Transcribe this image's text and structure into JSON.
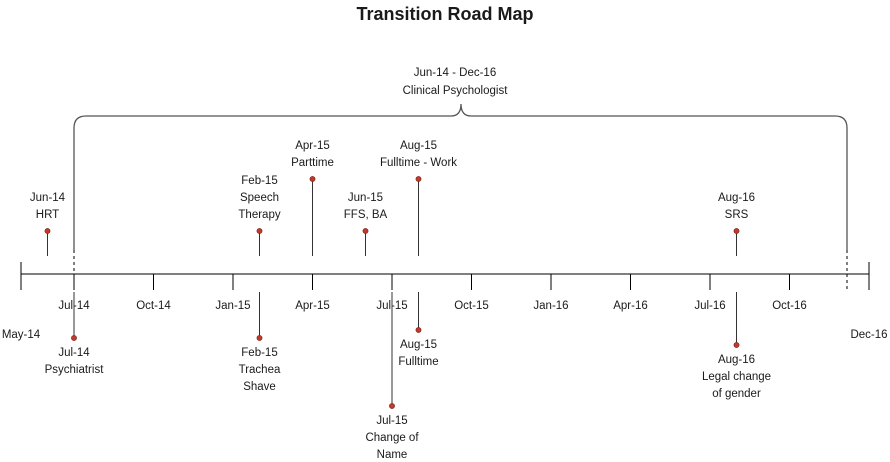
{
  "title": "Transition Road Map",
  "colors": {
    "axis": "#000000",
    "stem": "#333333",
    "marker": "#c0392b",
    "brace": "#555555"
  },
  "axis": {
    "start_label": "May-14",
    "end_label": "Dec-16",
    "ticks": [
      "Jul-14",
      "Oct-14",
      "Jan-15",
      "Apr-15",
      "Jul-15",
      "Oct-15",
      "Jan-16",
      "Apr-16",
      "Jul-16",
      "Oct-16"
    ]
  },
  "span": {
    "date_range": "Jun-14 - Dec-16",
    "label": "Clinical Psychologist"
  },
  "milestones_above": [
    {
      "date": "Jun-14",
      "lines": [
        "HRT"
      ]
    },
    {
      "date": "Feb-15",
      "lines": [
        "Speech",
        "Therapy"
      ]
    },
    {
      "date": "Apr-15",
      "lines": [
        "Parttime"
      ]
    },
    {
      "date": "Jun-15",
      "lines": [
        "FFS, BA"
      ]
    },
    {
      "date": "Aug-15",
      "lines": [
        "Fulltime - Work"
      ]
    },
    {
      "date": "Aug-16",
      "lines": [
        "SRS"
      ]
    }
  ],
  "milestones_below": [
    {
      "date": "Jul-14",
      "lines": [
        "Psychiatrist"
      ]
    },
    {
      "date": "Feb-15",
      "lines": [
        "Trachea",
        "Shave"
      ]
    },
    {
      "date": "Aug-15",
      "lines": [
        "Fulltime"
      ]
    },
    {
      "date": "Jul-15",
      "lines": [
        "Change of",
        "Name"
      ]
    },
    {
      "date": "Aug-16",
      "lines": [
        "Legal change",
        "of gender"
      ]
    }
  ]
}
